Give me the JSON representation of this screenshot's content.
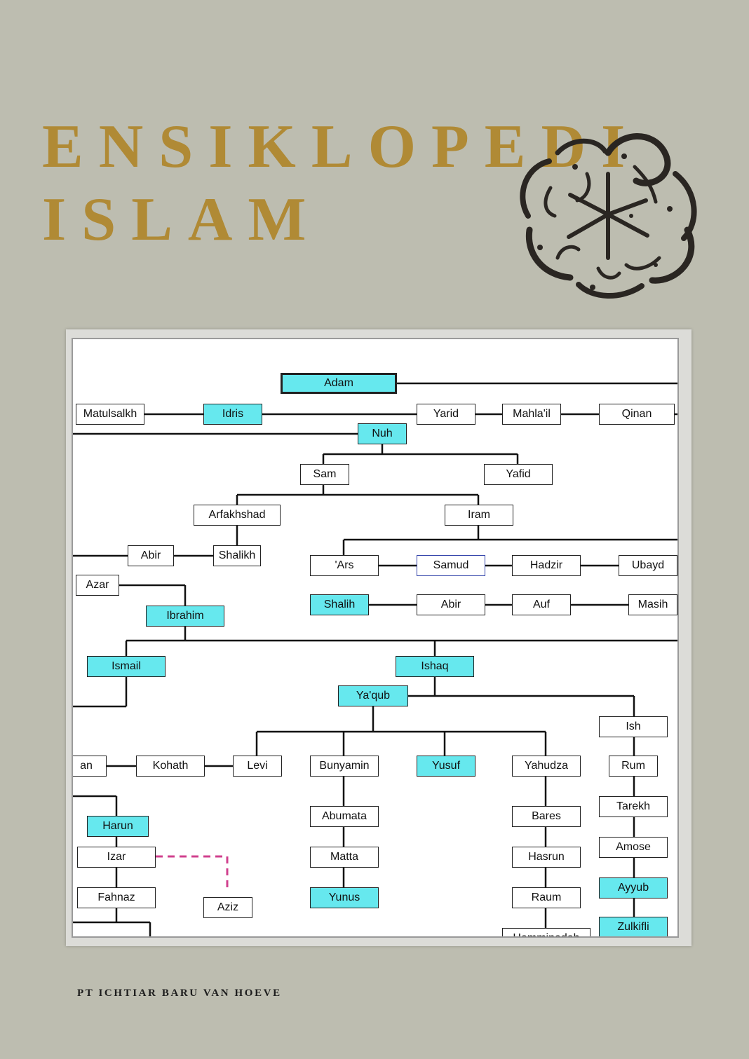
{
  "cover": {
    "title_line1": "ENSIKLOPEDI",
    "title_line2": "ISLAM",
    "publisher": "PT ICHTIAR BARU VAN HOEVE",
    "title_color": "#b08a35",
    "background_color": "#bdbdb0"
  },
  "emblem": {
    "icon": "arabic-calligraphy-roundel"
  },
  "diagram": {
    "highlight_color": "#66e8ee",
    "nodes": [
      {
        "id": "adam",
        "label": "Adam",
        "highlight": true
      },
      {
        "id": "matulsalkh",
        "label": "Matulsalkh",
        "highlight": false
      },
      {
        "id": "idris",
        "label": "Idris",
        "highlight": true
      },
      {
        "id": "yarid",
        "label": "Yarid",
        "highlight": false
      },
      {
        "id": "mahlail",
        "label": "Mahla'il",
        "highlight": false
      },
      {
        "id": "qinan",
        "label": "Qinan",
        "highlight": false
      },
      {
        "id": "nuh",
        "label": "Nuh",
        "highlight": true
      },
      {
        "id": "sam",
        "label": "Sam",
        "highlight": false
      },
      {
        "id": "yafid",
        "label": "Yafid",
        "highlight": false
      },
      {
        "id": "arfakhshad",
        "label": "Arfakhshad",
        "highlight": false
      },
      {
        "id": "iram",
        "label": "Iram",
        "highlight": false
      },
      {
        "id": "abir1",
        "label": "Abir",
        "highlight": false
      },
      {
        "id": "shalikh",
        "label": "Shalikh",
        "highlight": false
      },
      {
        "id": "ars",
        "label": "'Ars",
        "highlight": false
      },
      {
        "id": "samud",
        "label": "Samud",
        "highlight": false
      },
      {
        "id": "hadzir",
        "label": "Hadzir",
        "highlight": false
      },
      {
        "id": "ubayd",
        "label": "Ubayd",
        "highlight": false
      },
      {
        "id": "azar",
        "label": "Azar",
        "highlight": false
      },
      {
        "id": "shalih",
        "label": "Shalih",
        "highlight": true
      },
      {
        "id": "abir2",
        "label": "Abir",
        "highlight": false
      },
      {
        "id": "auf",
        "label": "Auf",
        "highlight": false
      },
      {
        "id": "masih",
        "label": "Masih",
        "highlight": false
      },
      {
        "id": "ibrahim",
        "label": "Ibrahim",
        "highlight": true
      },
      {
        "id": "ismail",
        "label": "Ismail",
        "highlight": true
      },
      {
        "id": "ishaq",
        "label": "Ishaq",
        "highlight": true
      },
      {
        "id": "yaqub",
        "label": "Ya'qub",
        "highlight": true
      },
      {
        "id": "ish",
        "label": "Ish",
        "highlight": false
      },
      {
        "id": "an",
        "label": "an",
        "highlight": false
      },
      {
        "id": "kohath",
        "label": "Kohath",
        "highlight": false
      },
      {
        "id": "levi",
        "label": "Levi",
        "highlight": false
      },
      {
        "id": "bunyamin",
        "label": "Bunyamin",
        "highlight": false
      },
      {
        "id": "yusuf",
        "label": "Yusuf",
        "highlight": true
      },
      {
        "id": "yahudza",
        "label": "Yahudza",
        "highlight": false
      },
      {
        "id": "rum",
        "label": "Rum",
        "highlight": false
      },
      {
        "id": "tarekh",
        "label": "Tarekh",
        "highlight": false
      },
      {
        "id": "harun",
        "label": "Harun",
        "highlight": true
      },
      {
        "id": "abumata",
        "label": "Abumata",
        "highlight": false
      },
      {
        "id": "bares",
        "label": "Bares",
        "highlight": false
      },
      {
        "id": "amose",
        "label": "Amose",
        "highlight": false
      },
      {
        "id": "izar",
        "label": "Izar",
        "highlight": false
      },
      {
        "id": "matta",
        "label": "Matta",
        "highlight": false
      },
      {
        "id": "hasrun",
        "label": "Hasrun",
        "highlight": false
      },
      {
        "id": "ayyub",
        "label": "Ayyub",
        "highlight": true
      },
      {
        "id": "fahnaz",
        "label": "Fahnaz",
        "highlight": false
      },
      {
        "id": "aziz",
        "label": "Aziz",
        "highlight": false
      },
      {
        "id": "yunus",
        "label": "Yunus",
        "highlight": true
      },
      {
        "id": "raum",
        "label": "Raum",
        "highlight": false
      },
      {
        "id": "zulkifli",
        "label": "Zulkifli",
        "highlight": true
      },
      {
        "id": "cut",
        "label": "Hamminadab",
        "highlight": false
      }
    ]
  }
}
